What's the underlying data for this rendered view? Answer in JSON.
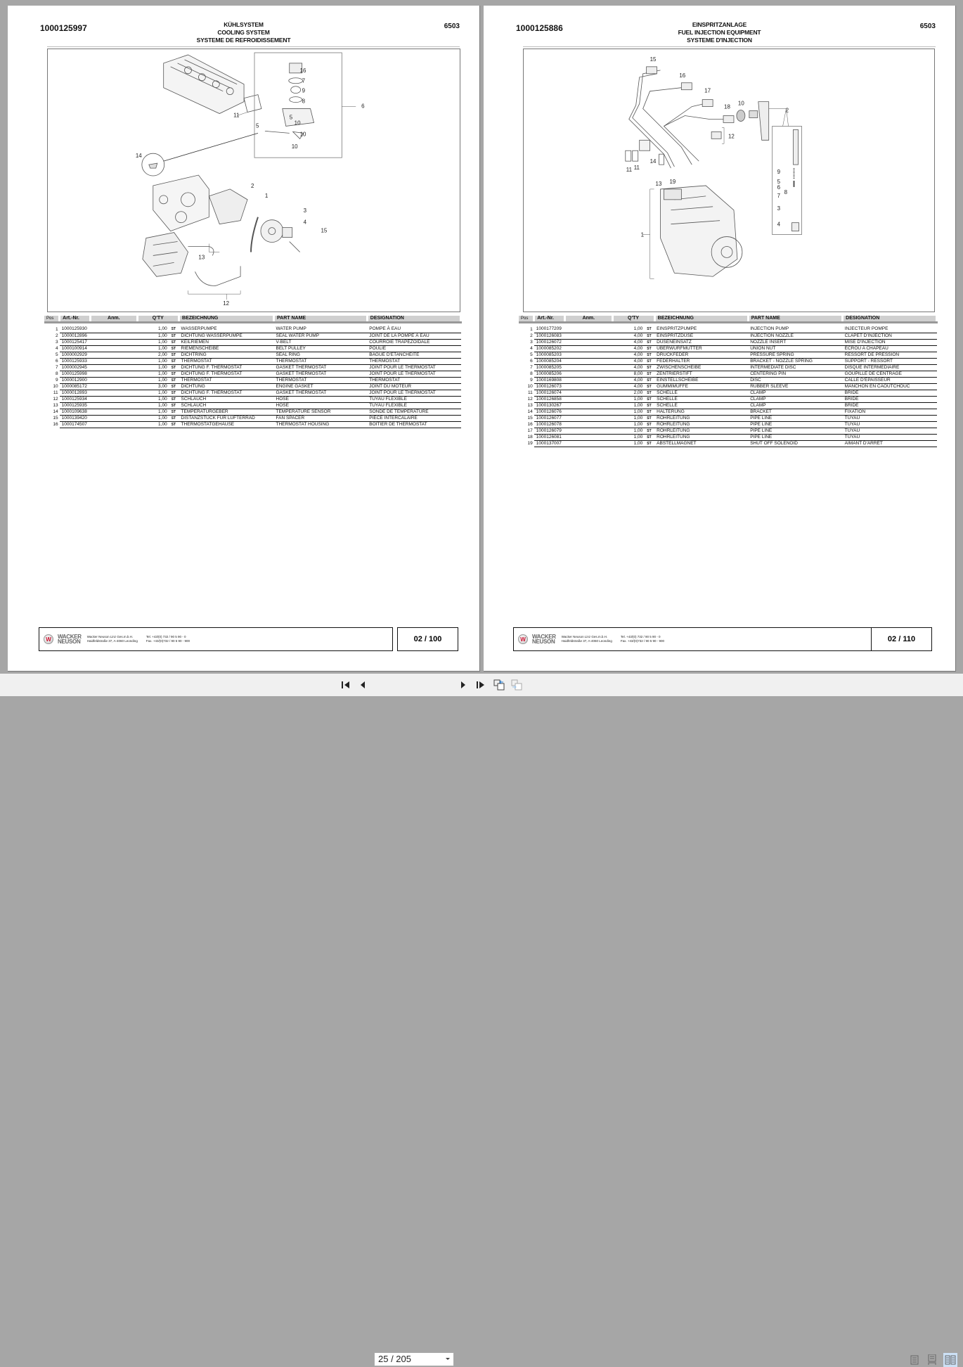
{
  "viewer": {
    "current_page": "25 / 205",
    "toolbar": {
      "first_page": "first-page",
      "prev_page": "previous-page",
      "next_page": "next-page",
      "last_page": "last-page",
      "back_view": "previous-view",
      "forward_view": "next-view",
      "view_single": "single-page-view",
      "view_continuous": "continuous-view",
      "view_facing": "facing-pages-view"
    },
    "accent_color": "#cce0f5"
  },
  "pages": [
    {
      "doc_no": "1000125997",
      "code": "6503",
      "title_de": "KÜHLSYSTEM",
      "title_en": "COOLING SYSTEM",
      "title_fr": "SYSTEME DE REFROIDISSEMENT",
      "diagram_callouts": [
        "1",
        "2",
        "3",
        "4",
        "5",
        "5",
        "6",
        "7",
        "8",
        "9",
        "10",
        "10",
        "10",
        "10",
        "11",
        "12",
        "13",
        "14",
        "15",
        "16"
      ],
      "table": {
        "headers": {
          "pos": "Pos",
          "art": "Art.-Nr.",
          "amm": "Anm.",
          "qty": "Q'TY",
          "bez": "BEZEICHNUNG",
          "part": "PART NAME",
          "des": "DESIGNATION"
        },
        "rows": [
          {
            "pos": "1",
            "art": "1000125930",
            "qty": "1,00",
            "unit": "ST",
            "bez": "WASSERPUMPE",
            "part": "WATER PUMP",
            "des": "POMPE À EAU"
          },
          {
            "pos": "2",
            "art": "1000012896",
            "qty": "1,00",
            "unit": "ST",
            "bez": "DICHTUNG WASSERPUMPE",
            "part": "SEAL WATER PUMP",
            "des": "JOINT DE LA POMPE À EAU"
          },
          {
            "pos": "3",
            "art": "1000125417",
            "qty": "1,00",
            "unit": "ST",
            "bez": "KEILRIEMEN",
            "part": "V-BELT",
            "des": "COURROIE TRAPÉZOÏDALE"
          },
          {
            "pos": "4",
            "art": "1000100914",
            "qty": "1,00",
            "unit": "ST",
            "bez": "RIEMENSCHEIBE",
            "part": "BELT PULLEY",
            "des": "POULIE"
          },
          {
            "pos": "5",
            "art": "1000002929",
            "qty": "2,00",
            "unit": "ST",
            "bez": "DICHTRING",
            "part": "SEAL RING",
            "des": "BAGUE D'ÉTANCHÉITÉ"
          },
          {
            "pos": "6",
            "art": "1000125933",
            "qty": "1,00",
            "unit": "ST",
            "bez": "THERMOSTAT",
            "part": "THERMOSTAT",
            "des": "THERMOSTAT"
          },
          {
            "pos": "7",
            "art": "1000002945",
            "qty": "1,00",
            "unit": "ST",
            "bez": "DICHTUNG F. THERMOSTAT",
            "part": "GASKET THERMOSTAT",
            "des": "JOINT POUR LE THERMOSTAT"
          },
          {
            "pos": "8",
            "art": "1000125998",
            "qty": "1,00",
            "unit": "ST",
            "bez": "DICHTUNG F. THERMOSTAT",
            "part": "GASKET THERMOSTAT",
            "des": "JOINT POUR LE THERMOSTAT"
          },
          {
            "pos": "9",
            "art": "1000012900",
            "qty": "1,00",
            "unit": "ST",
            "bez": "THERMOSTAT",
            "part": "THERMOSTAT",
            "des": "THERMOSTAT"
          },
          {
            "pos": "10",
            "art": "1000085172",
            "qty": "3,00",
            "unit": "ST",
            "bez": "DICHTUNG",
            "part": "ENGINE GASKET",
            "des": "JOINT DU MOTEUR"
          },
          {
            "pos": "11",
            "art": "1000012893",
            "qty": "1,00",
            "unit": "ST",
            "bez": "DICHTUNG F. THERMOSTAT",
            "part": "GASKET THERMOSTAT",
            "des": "JOINT POUR LE THERMOSTAT"
          },
          {
            "pos": "12",
            "art": "1000125934",
            "qty": "1,00",
            "unit": "ST",
            "bez": "SCHLAUCH",
            "part": "HOSE",
            "des": "TUYAU FLEXIBLE"
          },
          {
            "pos": "13",
            "art": "1000125935",
            "qty": "1,00",
            "unit": "ST",
            "bez": "SCHLAUCH",
            "part": "HOSE",
            "des": "TUYAU FLEXIBLE"
          },
          {
            "pos": "14",
            "art": "1000109638",
            "qty": "1,00",
            "unit": "ST",
            "bez": "TEMPERATURGEBER",
            "part": "TEMPERATURE SENSOR",
            "des": "SONDE DE TEMPÉRATURE"
          },
          {
            "pos": "15",
            "art": "1000139420",
            "qty": "1,00",
            "unit": "ST",
            "bez": "DISTANZSTÜCK FÜR LÜFTERRAD",
            "part": "FAN SPACER",
            "des": "PIÈCE INTERCALAIRE"
          },
          {
            "pos": "16",
            "art": "1000174507",
            "qty": "1,00",
            "unit": "ST",
            "bez": "THERMOSTATGEHÄUSE",
            "part": "THERMOSTAT HOUSING",
            "des": "BOÎTIER DE THERMOSTAT"
          }
        ]
      },
      "footer": {
        "brand_line1": "WACKER",
        "brand_line2": "NEUSON",
        "company_line1": "Wacker Neuson Linz Ges.m.b.H.",
        "company_line2": "Haidfeldstraße 37, A-4060 Leonding",
        "tel": "Tel. +43/(0) 732 / 90 5 90 - 0",
        "fax": "Fax. +43/(0)732 / 90 5 90 - 900",
        "page_ref": "02 / 100"
      }
    },
    {
      "doc_no": "1000125886",
      "code": "6503",
      "title_de": "EINSPRITZANLAGE",
      "title_en": "FUEL INJECTION EQUIPMENT",
      "title_fr": "SYSTEME D'INJECTION",
      "diagram_callouts": [
        "1",
        "2",
        "3",
        "4",
        "5",
        "6",
        "7",
        "8",
        "9",
        "10",
        "11",
        "11",
        "12",
        "13",
        "14",
        "15",
        "16",
        "17",
        "18",
        "19"
      ],
      "table": {
        "headers": {
          "pos": "Pos",
          "art": "Art.-Nr.",
          "amm": "Anm.",
          "qty": "Q'TY",
          "bez": "BEZEICHNUNG",
          "part": "PART NAME",
          "des": "DESIGNATION"
        },
        "rows": [
          {
            "pos": "1",
            "art": "1000177209",
            "qty": "1,00",
            "unit": "ST",
            "bez": "EINSPRITZPUMPE",
            "part": "INJECTION PUMP",
            "des": "INJECTEUR POMPE"
          },
          {
            "pos": "2",
            "art": "1000126083",
            "qty": "4,00",
            "unit": "ST",
            "bez": "EINSPRITZDÜSE",
            "part": "INJECTION NOZZLE",
            "des": "CLAPET D'INJECTION"
          },
          {
            "pos": "3",
            "art": "1000126072",
            "qty": "4,00",
            "unit": "ST",
            "bez": "DÜSENEINSATZ",
            "part": "NOZZLE INSERT",
            "des": "MISE D'INJECTION"
          },
          {
            "pos": "4",
            "art": "1000085202",
            "qty": "4,00",
            "unit": "ST",
            "bez": "ÜBERWURFMUTTER",
            "part": "UNION NUT",
            "des": "ÉCROU A CHAPEAU"
          },
          {
            "pos": "5",
            "art": "1000085203",
            "qty": "4,00",
            "unit": "ST",
            "bez": "DRUCKFEDER",
            "part": "PRESSURE SPRING",
            "des": "RESSORT DE PRESSION"
          },
          {
            "pos": "6",
            "art": "1000085204",
            "qty": "4,00",
            "unit": "ST",
            "bez": "FEDERHALTER",
            "part": "BRACKET - NOZZLE SPRING",
            "des": "SUPPORT - RESSORT"
          },
          {
            "pos": "7",
            "art": "1000085205",
            "qty": "4,00",
            "unit": "ST",
            "bez": "ZWISCHENSCHEIBE",
            "part": "INTERMEDIATE DISC",
            "des": "DISQUE INTÉRMEDIAIRE"
          },
          {
            "pos": "8",
            "art": "1000085206",
            "qty": "8,00",
            "unit": "ST",
            "bez": "ZENTRIERSTIFT",
            "part": "CENTERING PIN",
            "des": "GOUPILLE DE CENTRAGE"
          },
          {
            "pos": "9",
            "art": "1000169808",
            "qty": "4,00",
            "unit": "ST",
            "bez": "EINSTELLSCHEIBE",
            "part": "DISC",
            "des": "CALLE D'ÉPAISSEUR"
          },
          {
            "pos": "10",
            "art": "1000126073",
            "qty": "4,00",
            "unit": "ST",
            "bez": "GUMMIMUFFE",
            "part": "RUBBER SLEEVE",
            "des": "MANCHON EN CAOUTCHOUC"
          },
          {
            "pos": "11",
            "art": "1000126074",
            "qty": "2,00",
            "unit": "ST",
            "bez": "SCHELLE",
            "part": "CLAMP",
            "des": "BRIDE"
          },
          {
            "pos": "12",
            "art": "1000126858",
            "qty": "1,00",
            "unit": "ST",
            "bez": "SCHELLE",
            "part": "CLAMP",
            "des": "BRIDE"
          },
          {
            "pos": "13",
            "art": "1000130267",
            "qty": "1,00",
            "unit": "ST",
            "bez": "SCHELLE",
            "part": "CLAMP",
            "des": "BRIDE"
          },
          {
            "pos": "14",
            "art": "1000126076",
            "qty": "1,00",
            "unit": "ST",
            "bez": "HALTERUNG",
            "part": "BRACKET",
            "des": "FIXATION"
          },
          {
            "pos": "15",
            "art": "1000126077",
            "qty": "1,00",
            "unit": "ST",
            "bez": "ROHRLEITUNG",
            "part": "PIPE LINE",
            "des": "TUYAU"
          },
          {
            "pos": "16",
            "art": "1000126078",
            "qty": "1,00",
            "unit": "ST",
            "bez": "ROHRLEITUNG",
            "part": "PIPE LINE",
            "des": "TUYAU"
          },
          {
            "pos": "17",
            "art": "1000126079",
            "qty": "1,00",
            "unit": "ST",
            "bez": "ROHRLEITUNG",
            "part": "PIPE LINE",
            "des": "TUYAU"
          },
          {
            "pos": "18",
            "art": "1000126081",
            "qty": "1,00",
            "unit": "ST",
            "bez": "ROHRLEITUNG",
            "part": "PIPE LINE",
            "des": "TUYAU"
          },
          {
            "pos": "19",
            "art": "1000137007",
            "qty": "1,00",
            "unit": "ST",
            "bez": "ABSTELLMAGNET",
            "part": "SHUT OFF SOLENOID",
            "des": "AIMANT D'ARRÊT"
          }
        ]
      },
      "footer": {
        "brand_line1": "WACKER",
        "brand_line2": "NEUSON",
        "company_line1": "Wacker Neuson Linz Ges.m.b.H.",
        "company_line2": "Haidfeldstraße 37, A-4060 Leonding",
        "tel": "Tel. +43/(0) 732 / 90 5 90 - 0",
        "fax": "Fax. +43/(0)732 / 90 5 90 - 900",
        "page_ref": "02 / 110"
      }
    }
  ]
}
